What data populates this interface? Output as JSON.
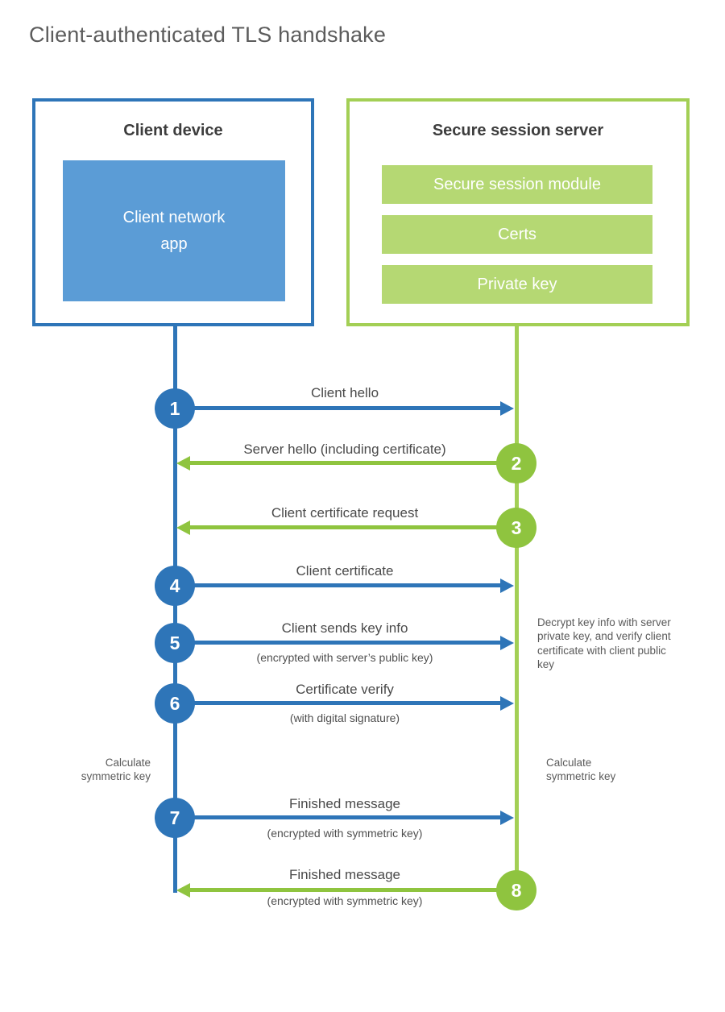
{
  "title": "Client-authenticated TLS handshake",
  "client": {
    "title": "Client device",
    "app_lines": [
      "Client network",
      "app"
    ]
  },
  "server": {
    "title": "Secure session server",
    "modules": [
      "Secure session module",
      "Certs",
      "Private key"
    ]
  },
  "steps": [
    {
      "num": "1",
      "label": "Client hello",
      "from": "client",
      "to": "server"
    },
    {
      "num": "2",
      "label": "Server hello (including certificate)",
      "from": "server",
      "to": "client"
    },
    {
      "num": "3",
      "label": "Client certificate request",
      "from": "server",
      "to": "client"
    },
    {
      "num": "4",
      "label": "Client certificate",
      "from": "client",
      "to": "server"
    },
    {
      "num": "5",
      "label": "Client sends key info",
      "sublabel": "(encrypted with server’s public key)",
      "from": "client",
      "to": "server"
    },
    {
      "num": "6",
      "label": "Certificate verify",
      "sublabel": "(with digital signature)",
      "from": "client",
      "to": "server"
    },
    {
      "num": "7",
      "label": "Finished message",
      "sublabel": "(encrypted with symmetric key)",
      "from": "client",
      "to": "server"
    },
    {
      "num": "8",
      "label": "Finished message",
      "sublabel": "(encrypted with symmetric key)",
      "from": "server",
      "to": "client"
    }
  ],
  "annotations": {
    "decrypt_note": "Decrypt key info with server private key, and verify client certificate with client public key",
    "calc_left": "Calculate symmetric key",
    "calc_right": "Calculate symmetric key"
  },
  "colors": {
    "client_blue": "#2e75b8",
    "client_fill": "#5b9cd6",
    "server_green": "#8fc43f",
    "server_border": "#a3cf55",
    "server_fill": "#b5d873"
  }
}
